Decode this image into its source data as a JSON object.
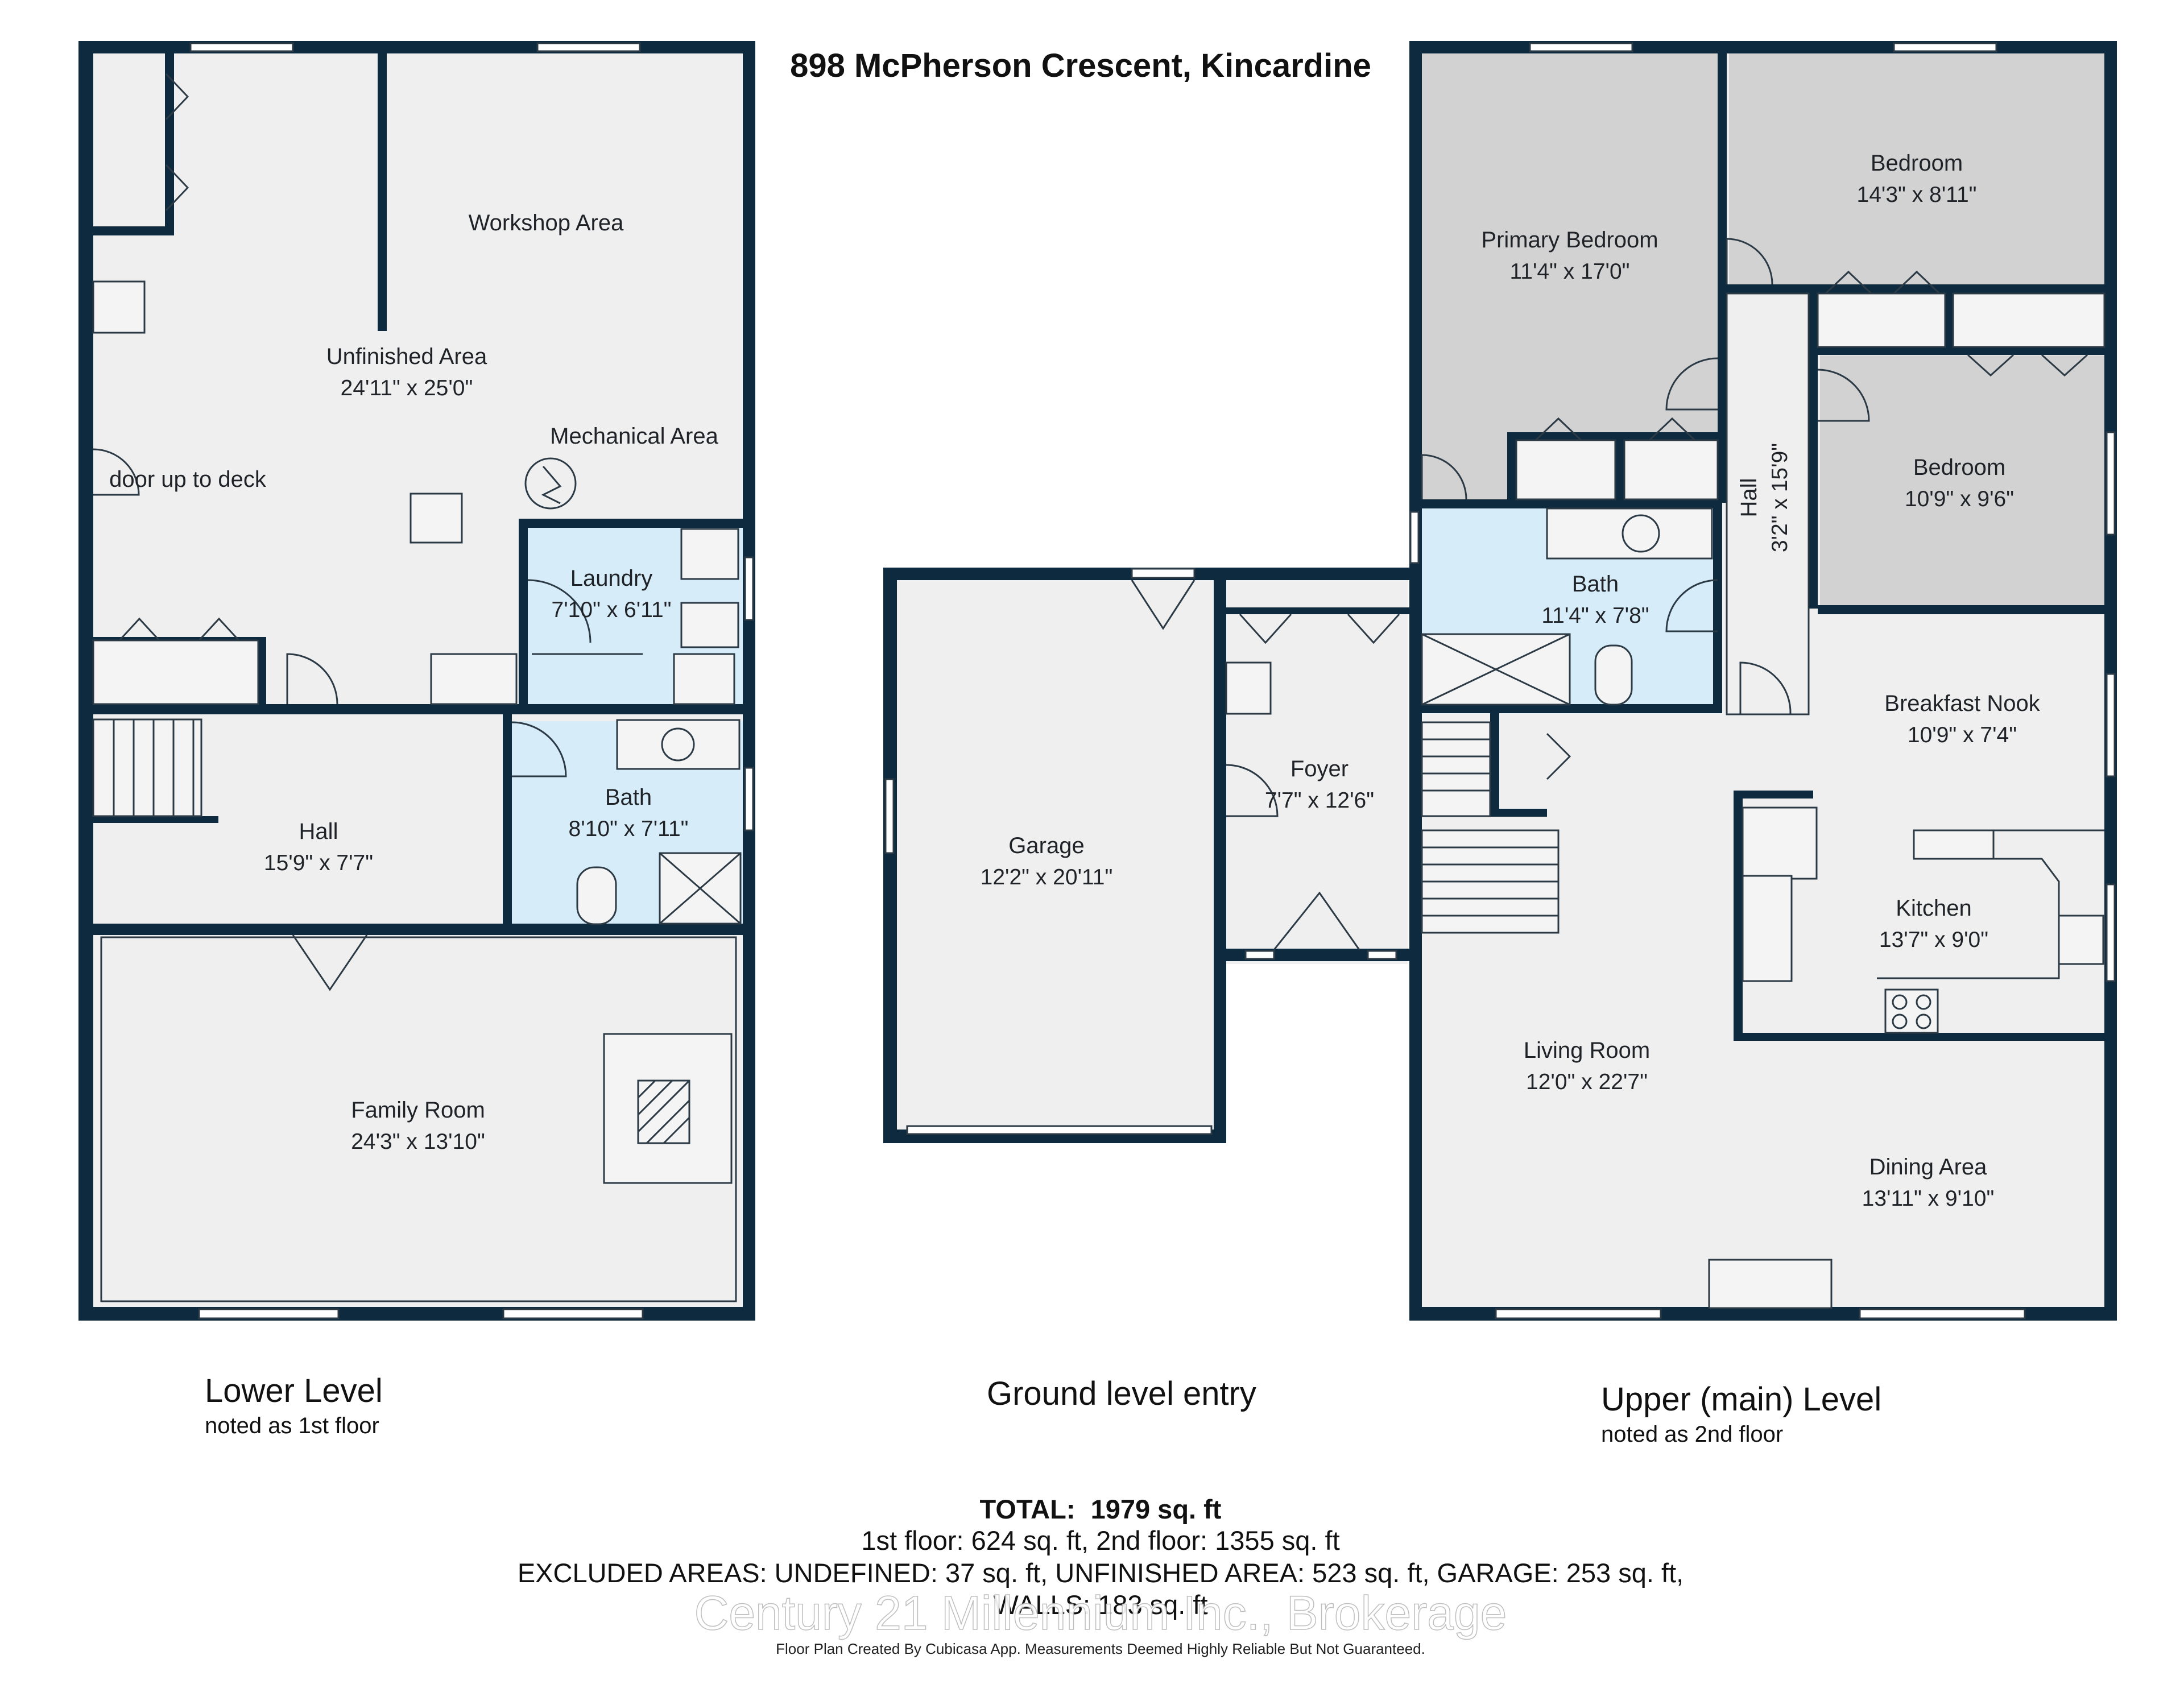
{
  "title": "898 McPherson Crescent, Kincardine",
  "levels": {
    "lower": {
      "name": "Lower Level",
      "note": "noted as 1st floor",
      "rooms": [
        {
          "name": "Workshop Area",
          "dim": ""
        },
        {
          "name": "Unfinished Area",
          "dim": "24'11\" x 25'0\""
        },
        {
          "name": "Mechanical Area",
          "dim": ""
        },
        {
          "name": "door up to deck",
          "dim": ""
        },
        {
          "name": "Laundry",
          "dim": "7'10\" x 6'11\""
        },
        {
          "name": "Hall",
          "dim": "15'9\" x 7'7\""
        },
        {
          "name": "Bath",
          "dim": "8'10\" x 7'11\""
        },
        {
          "name": "Family Room",
          "dim": "24'3\" x 13'10\""
        }
      ]
    },
    "ground": {
      "name": "Ground level entry",
      "rooms": [
        {
          "name": "Garage",
          "dim": "12'2\" x 20'11\""
        },
        {
          "name": "Foyer",
          "dim": "7'7\" x 12'6\""
        }
      ]
    },
    "upper": {
      "name": "Upper (main) Level",
      "note": "noted as 2nd floor",
      "rooms": [
        {
          "name": "Primary Bedroom",
          "dim": "11'4\" x 17'0\""
        },
        {
          "name": "Bedroom",
          "dim": "14'3\" x 8'11\""
        },
        {
          "name": "Bedroom",
          "dim": "10'9\" x 9'6\""
        },
        {
          "name": "Hall",
          "dim": "3'2\" x 15'9\""
        },
        {
          "name": "Bath",
          "dim": "11'4\" x 7'8\""
        },
        {
          "name": "Breakfast Nook",
          "dim": "10'9\" x 7'4\""
        },
        {
          "name": "Kitchen",
          "dim": "13'7\" x 9'0\""
        },
        {
          "name": "Living Room",
          "dim": "12'0\" x 22'7\""
        },
        {
          "name": "Dining Area",
          "dim": "13'11\" x 9'10\""
        }
      ]
    }
  },
  "totals": {
    "label": "TOTAL:",
    "total": "1979 sq. ft",
    "floors": "1st floor: 624 sq. ft, 2nd floor: 1355 sq. ft",
    "excluded": "EXCLUDED AREAS: UNDEFINED: 37 sq. ft, UNFINISHED AREA: 523 sq. ft, GARAGE: 253 sq. ft,",
    "walls": "WALLS: 183 sq. ft"
  },
  "watermark": "Century 21 Millennium Inc., Brokerage",
  "credit": "Floor Plan Created By Cubicasa App. Measurements Deemed Highly Reliable But Not Guaranteed.",
  "colors": {
    "wall": "#0e2a3f",
    "floor": "#efefef",
    "bedroom": "#d2d2d2",
    "wet_room": "#d6ecf8"
  }
}
